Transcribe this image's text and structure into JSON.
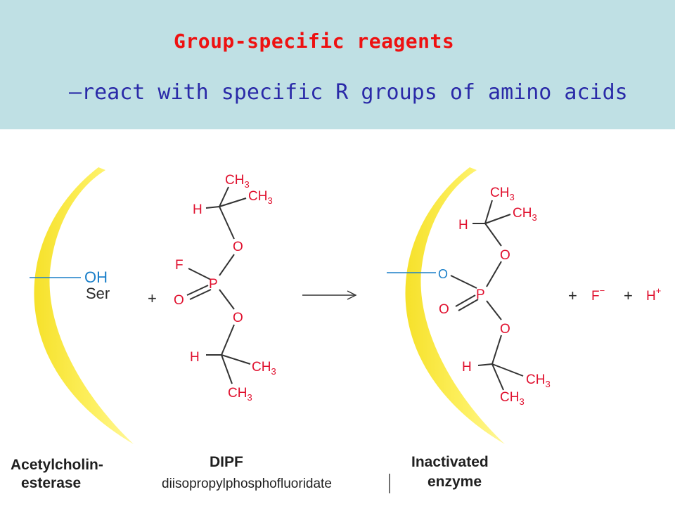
{
  "header": {
    "title": "Group-specific reagents",
    "subtitle": "–react with specific R groups of amino acids"
  },
  "scheme": {
    "enzyme": {
      "group": "OH",
      "residue": "Ser",
      "label_line1": "Acetylcholin-",
      "label_line2": "esterase"
    },
    "reagent": {
      "label": "DIPF",
      "full_name": "diisopropylphosphofluoridate",
      "atoms": {
        "ch": "CH",
        "h": "H",
        "o": "O",
        "p": "P",
        "f": "F",
        "three": "3"
      }
    },
    "product": {
      "label_line1": "Inactivated",
      "label_line2": "enzyme"
    },
    "plus": "+",
    "byproducts": {
      "fluoride": "F",
      "fluoride_charge": "−",
      "proton": "H",
      "proton_charge": "+"
    }
  },
  "colors": {
    "header_bg": "#bfe0e4",
    "title": "#ee1111",
    "subtitle": "#2a2aa8",
    "enzyme_shape": "#fbee3a",
    "atom_red": "#e0102e",
    "hydroxyl_blue": "#1a7fc9"
  }
}
